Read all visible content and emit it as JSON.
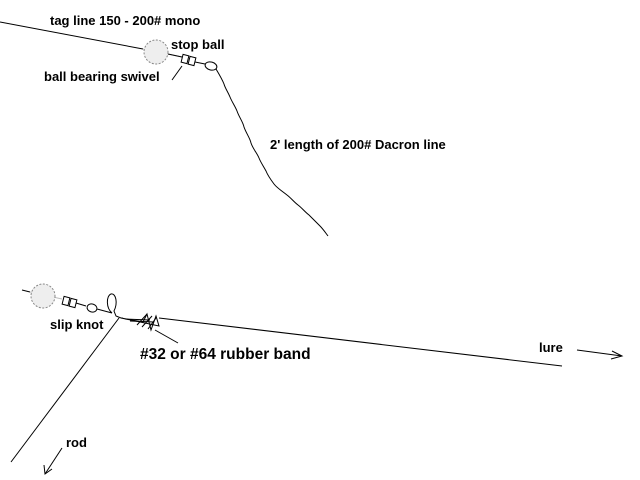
{
  "labels": {
    "tag_line": "tag line 150 - 200# mono",
    "stop_ball": "stop ball",
    "ball_bearing_swivel": "ball bearing swivel",
    "dacron_line": "2' length of 200# Dacron line",
    "slip_knot": "slip knot",
    "rubber_band": "#32 or #64 rubber band",
    "lure": "lure",
    "rod": "rod"
  },
  "colors": {
    "line": "#000000",
    "ball_fill": "#eeeeee",
    "ball_stroke": "#888888"
  }
}
